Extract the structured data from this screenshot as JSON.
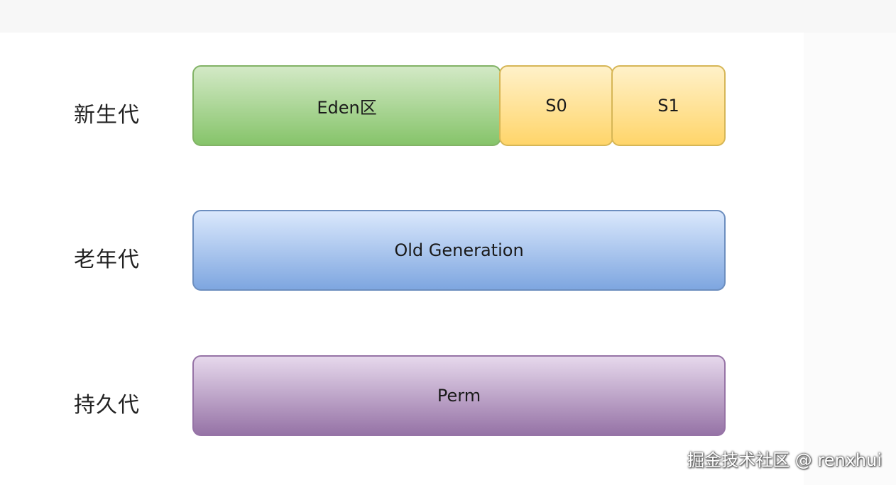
{
  "labels": {
    "young": "新生代",
    "old": "老年代",
    "perm": "持久代"
  },
  "blocks": {
    "eden": "Eden区",
    "s0": "S0",
    "s1": "S1",
    "old_generation": "Old Generation",
    "perm": "Perm"
  },
  "watermark": "掘金技术社区 @ renxhui",
  "colors": {
    "eden": "#82b366",
    "survivor": "#d6b656",
    "old_generation": "#6c8ebf",
    "perm": "#9673a6"
  }
}
